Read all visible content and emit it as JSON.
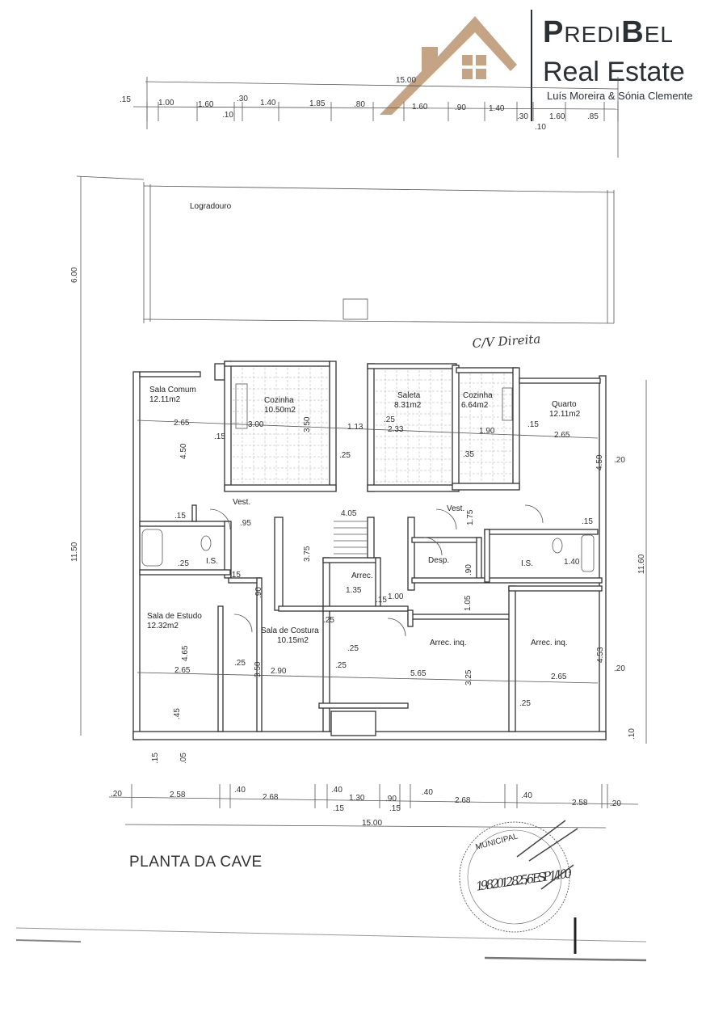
{
  "logo": {
    "brand_p": "P",
    "brand_redi": "REDI",
    "brand_b": "B",
    "brand_el": "EL",
    "subtitle": "Real Estate",
    "owners": "Luís Moreira & Sónia Clemente",
    "accent_color": "#c4a484",
    "text_color": "#2b3035"
  },
  "plan_title": "PLANTA DA CAVE",
  "annotation_handwritten": "C/V Direita",
  "outdoor_label": "Logradouro",
  "top_dims": {
    "total": "15.00",
    "segments": [
      ".15",
      "1.00",
      "1.60",
      ".30",
      ".10",
      "1.40",
      "1.85",
      ".80",
      "1.60",
      ".90",
      "1.40",
      ".30",
      "1.60",
      ".85",
      ".10"
    ]
  },
  "bottom_dims": {
    "total": "15.00",
    "segments": [
      ".20",
      "2.58",
      ".40",
      "2.68",
      ".40",
      ".15",
      "1.30",
      ".90",
      ".15",
      ".40",
      "2.68",
      ".40",
      "2.58",
      ".20"
    ]
  },
  "side_dims": {
    "left_upper": "6.00",
    "left_main": "11.50",
    "right_main": "11.60",
    "right_a": ".20",
    "right_b": ".20",
    "right_c": ".10",
    "left_bottom_a": ".15",
    "left_bottom_b": ".05"
  },
  "rooms": {
    "sala_comum": {
      "name": "Sala Comum",
      "area": "12.11m2"
    },
    "cozinha_1": {
      "name": "Cozinha",
      "area": "10.50m2"
    },
    "saleta": {
      "name": "Saleta",
      "area": "8.31m2"
    },
    "cozinha_2": {
      "name": "Cozinha",
      "area": "6.64m2"
    },
    "quarto": {
      "name": "Quarto",
      "area": "12.11m2"
    },
    "vest_1": {
      "name": "Vest."
    },
    "vest_2": {
      "name": "Vest."
    },
    "is_1": {
      "name": "I.S."
    },
    "is_2": {
      "name": "I.S."
    },
    "desp": {
      "name": "Desp."
    },
    "arrec": {
      "name": "Arrec.",
      "dim": "1.35"
    },
    "sala_estudo": {
      "name": "Sala de Estudo",
      "area": "12.32m2"
    },
    "sala_costura": {
      "name": "Sala de Costura",
      "area": "10.15m2"
    },
    "arrec_inq_1": {
      "name": "Arrec. inq."
    },
    "arrec_inq_2": {
      "name": "Arrec. inq."
    }
  },
  "inner_dims": [
    "2.65",
    "4.50",
    ".15",
    "3.00",
    "3.50",
    "1.13",
    ".25",
    ".25",
    "2.33",
    "1.90",
    ".15",
    "2.65",
    "4.50",
    ".35",
    ".15",
    "4.05",
    ".95",
    "3.75",
    "1.75",
    ".15",
    ".25",
    ".90",
    ".15",
    "1.00",
    ".15",
    "1.05",
    ".90",
    "1.40",
    "4.65",
    "2.65",
    ".25",
    "3.50",
    "2.90",
    ".25",
    "5.65",
    "3.25",
    "2.65",
    "4.53",
    ".25",
    ".45",
    ".25",
    ".25"
  ],
  "stamp": {
    "text": "MUNICIPAL",
    "handwriting": "19.8.2012 825/6 ESP 1/100"
  }
}
